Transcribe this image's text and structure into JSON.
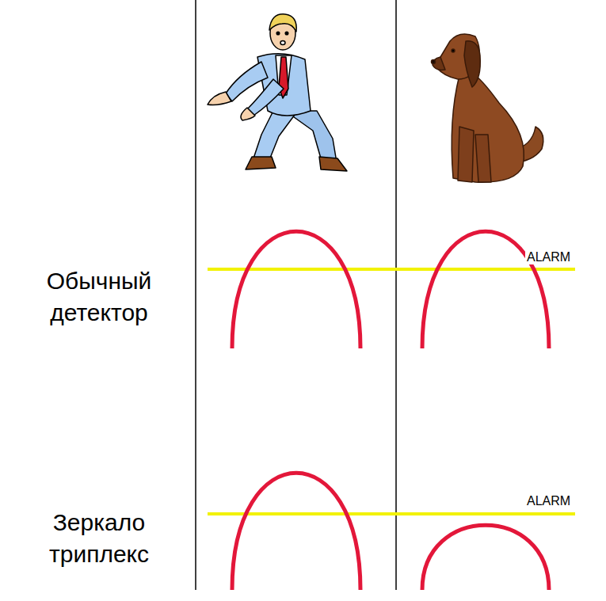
{
  "diagram": {
    "labels": [
      "Обычный детектор",
      "ALARM",
      "Зеркало триплекс",
      "ALARM"
    ]
  }
}
